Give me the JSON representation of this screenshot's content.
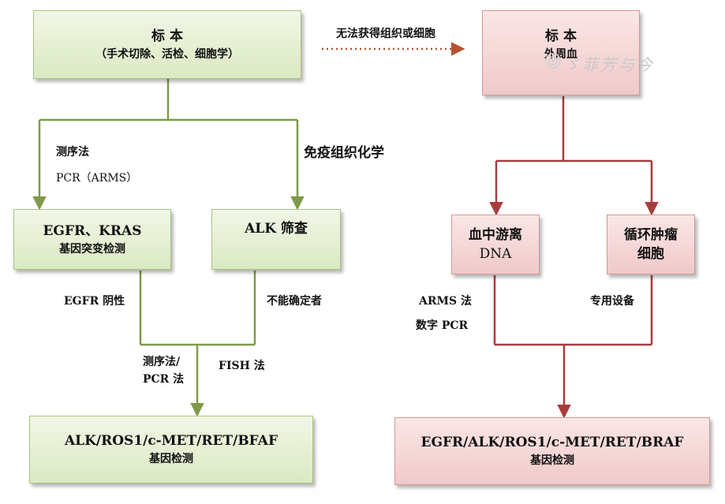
{
  "left": {
    "specimen": {
      "title": "标 本",
      "subtitle": "（手术切除、活检、细胞学）"
    },
    "branch_left_label": [
      "测序法",
      "PCR（ARMS）"
    ],
    "branch_right_label": "免疫组织化学",
    "egfr_box": {
      "line1": "EGFR、KRAS",
      "line2": "基因突变检测"
    },
    "alk_box": {
      "line1": "ALK 筛查"
    },
    "egfr_negative": "EGFR 阴性",
    "uncertain": "不能确定者",
    "seq_pcr": [
      "测序法/",
      "PCR 法"
    ],
    "fish": "FISH 法",
    "result": {
      "line1": "ALK/ROS1/c-MET/RET/BFAF",
      "line2": "基因检测"
    }
  },
  "connector_label": "无法获得组织或细胞",
  "right": {
    "specimen": {
      "title": "标 本",
      "subtitle": "外周血"
    },
    "ctdna": {
      "line1": "血中游离",
      "line2": "DNA"
    },
    "ctc": {
      "line1": "循环肿瘤",
      "line2": "细胞"
    },
    "arms": [
      "ARMS 法",
      "数字 PCR"
    ],
    "device": "专用设备",
    "result": {
      "line1": "EGFR/ALK/ROS1/c-MET/RET/BRAF",
      "line2": "基因检测"
    }
  },
  "colors": {
    "green_line": "#7f9a48",
    "red_line": "#a83c3c",
    "dotted_arrow": "#b5522f"
  },
  "icons": {
    "watermark": "wechat-watermark-icon"
  }
}
